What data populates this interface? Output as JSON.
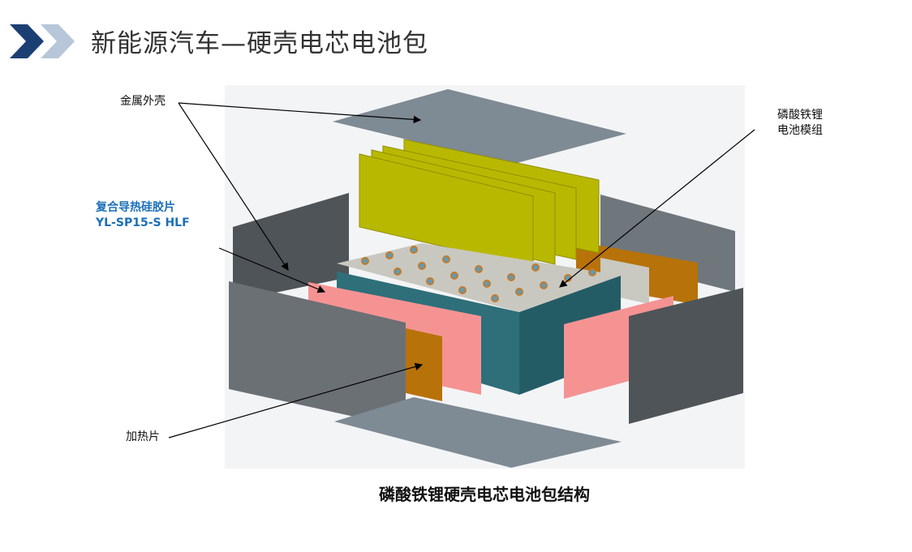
{
  "header": {
    "title": "新能源汽车—硬壳电芯电池包",
    "icon": "double-chevron-icon",
    "colors": {
      "dark": "#1c3f73",
      "light": "#b7c6d8"
    }
  },
  "diagram": {
    "labels": {
      "metal_shell": "金属外壳",
      "lfp_module_line1": "磷酸铁锂",
      "lfp_module_line2": "电池模组",
      "thermal_pad_line1": "复合导热硅胶片",
      "thermal_pad_line2": "YL-SP15-S HLF",
      "heater": "加热片"
    },
    "caption": "磷酸铁锂硬壳电芯电池包结构"
  }
}
